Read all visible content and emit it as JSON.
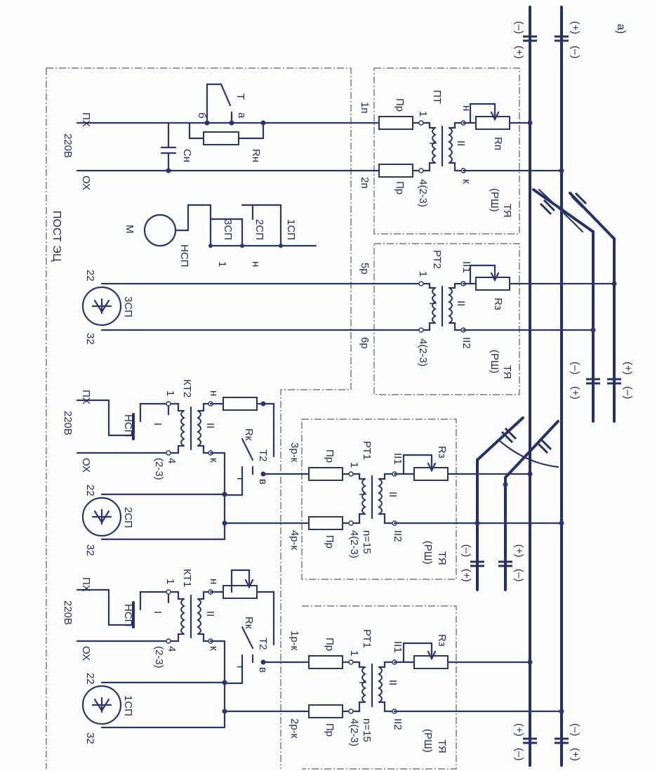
{
  "figure": {
    "label": "а)"
  },
  "post": {
    "title": "ПОСТ ЭЦ"
  },
  "supply": {
    "px": "ПХ",
    "ox": "ОХ",
    "voltage": "220В"
  },
  "cap": "Сн",
  "res_rn": "Rн",
  "switch_t": {
    "name": "Т",
    "contact_a": "а",
    "contact_b": "б"
  },
  "motor": {
    "m": "М",
    "nsp": "НСП",
    "c3": "3СП",
    "c2": "2СП",
    "c1": "1СП",
    "n1": "1",
    "nn": "н"
  },
  "wires": {
    "w1p": "1п",
    "w2p": "2п",
    "w5p": "5р",
    "w6p": "6р",
    "w3pk": "3р-к",
    "w4pk": "4р-к",
    "w1pk": "1р-к",
    "w2pk": "2р-к"
  },
  "fuse": "Пр",
  "windings": {
    "w1": "I",
    "w2": "II",
    "t1": "1",
    "t4": "4(2-3)",
    "tH": "н",
    "tK": "к",
    "ii1": "II1",
    "ii2": "II2",
    "n15": "n=15",
    "t23": "(2-3)",
    "t4short": "4"
  },
  "pt": {
    "name": "ПТ",
    "rp": "Rп"
  },
  "rt2": {
    "name": "РТ2",
    "rz": "Rз"
  },
  "rt1": {
    "name": "РТ1"
  },
  "cabinet": {
    "tya": "ТЯ",
    "rsh": "(РШ)"
  },
  "relays": {
    "r22": "22",
    "r32": "32",
    "r3": "3СП",
    "r2": "2СП",
    "r1": "1СП"
  },
  "kt2": {
    "name": "КТ2",
    "nsp": "НСП",
    "rk": "Rк",
    "t2": "Т2",
    "g": "г",
    "v": "в"
  },
  "kt1": {
    "name": "КТ1"
  },
  "polarity": {
    "minus": "(–)",
    "plus": "(+)"
  }
}
